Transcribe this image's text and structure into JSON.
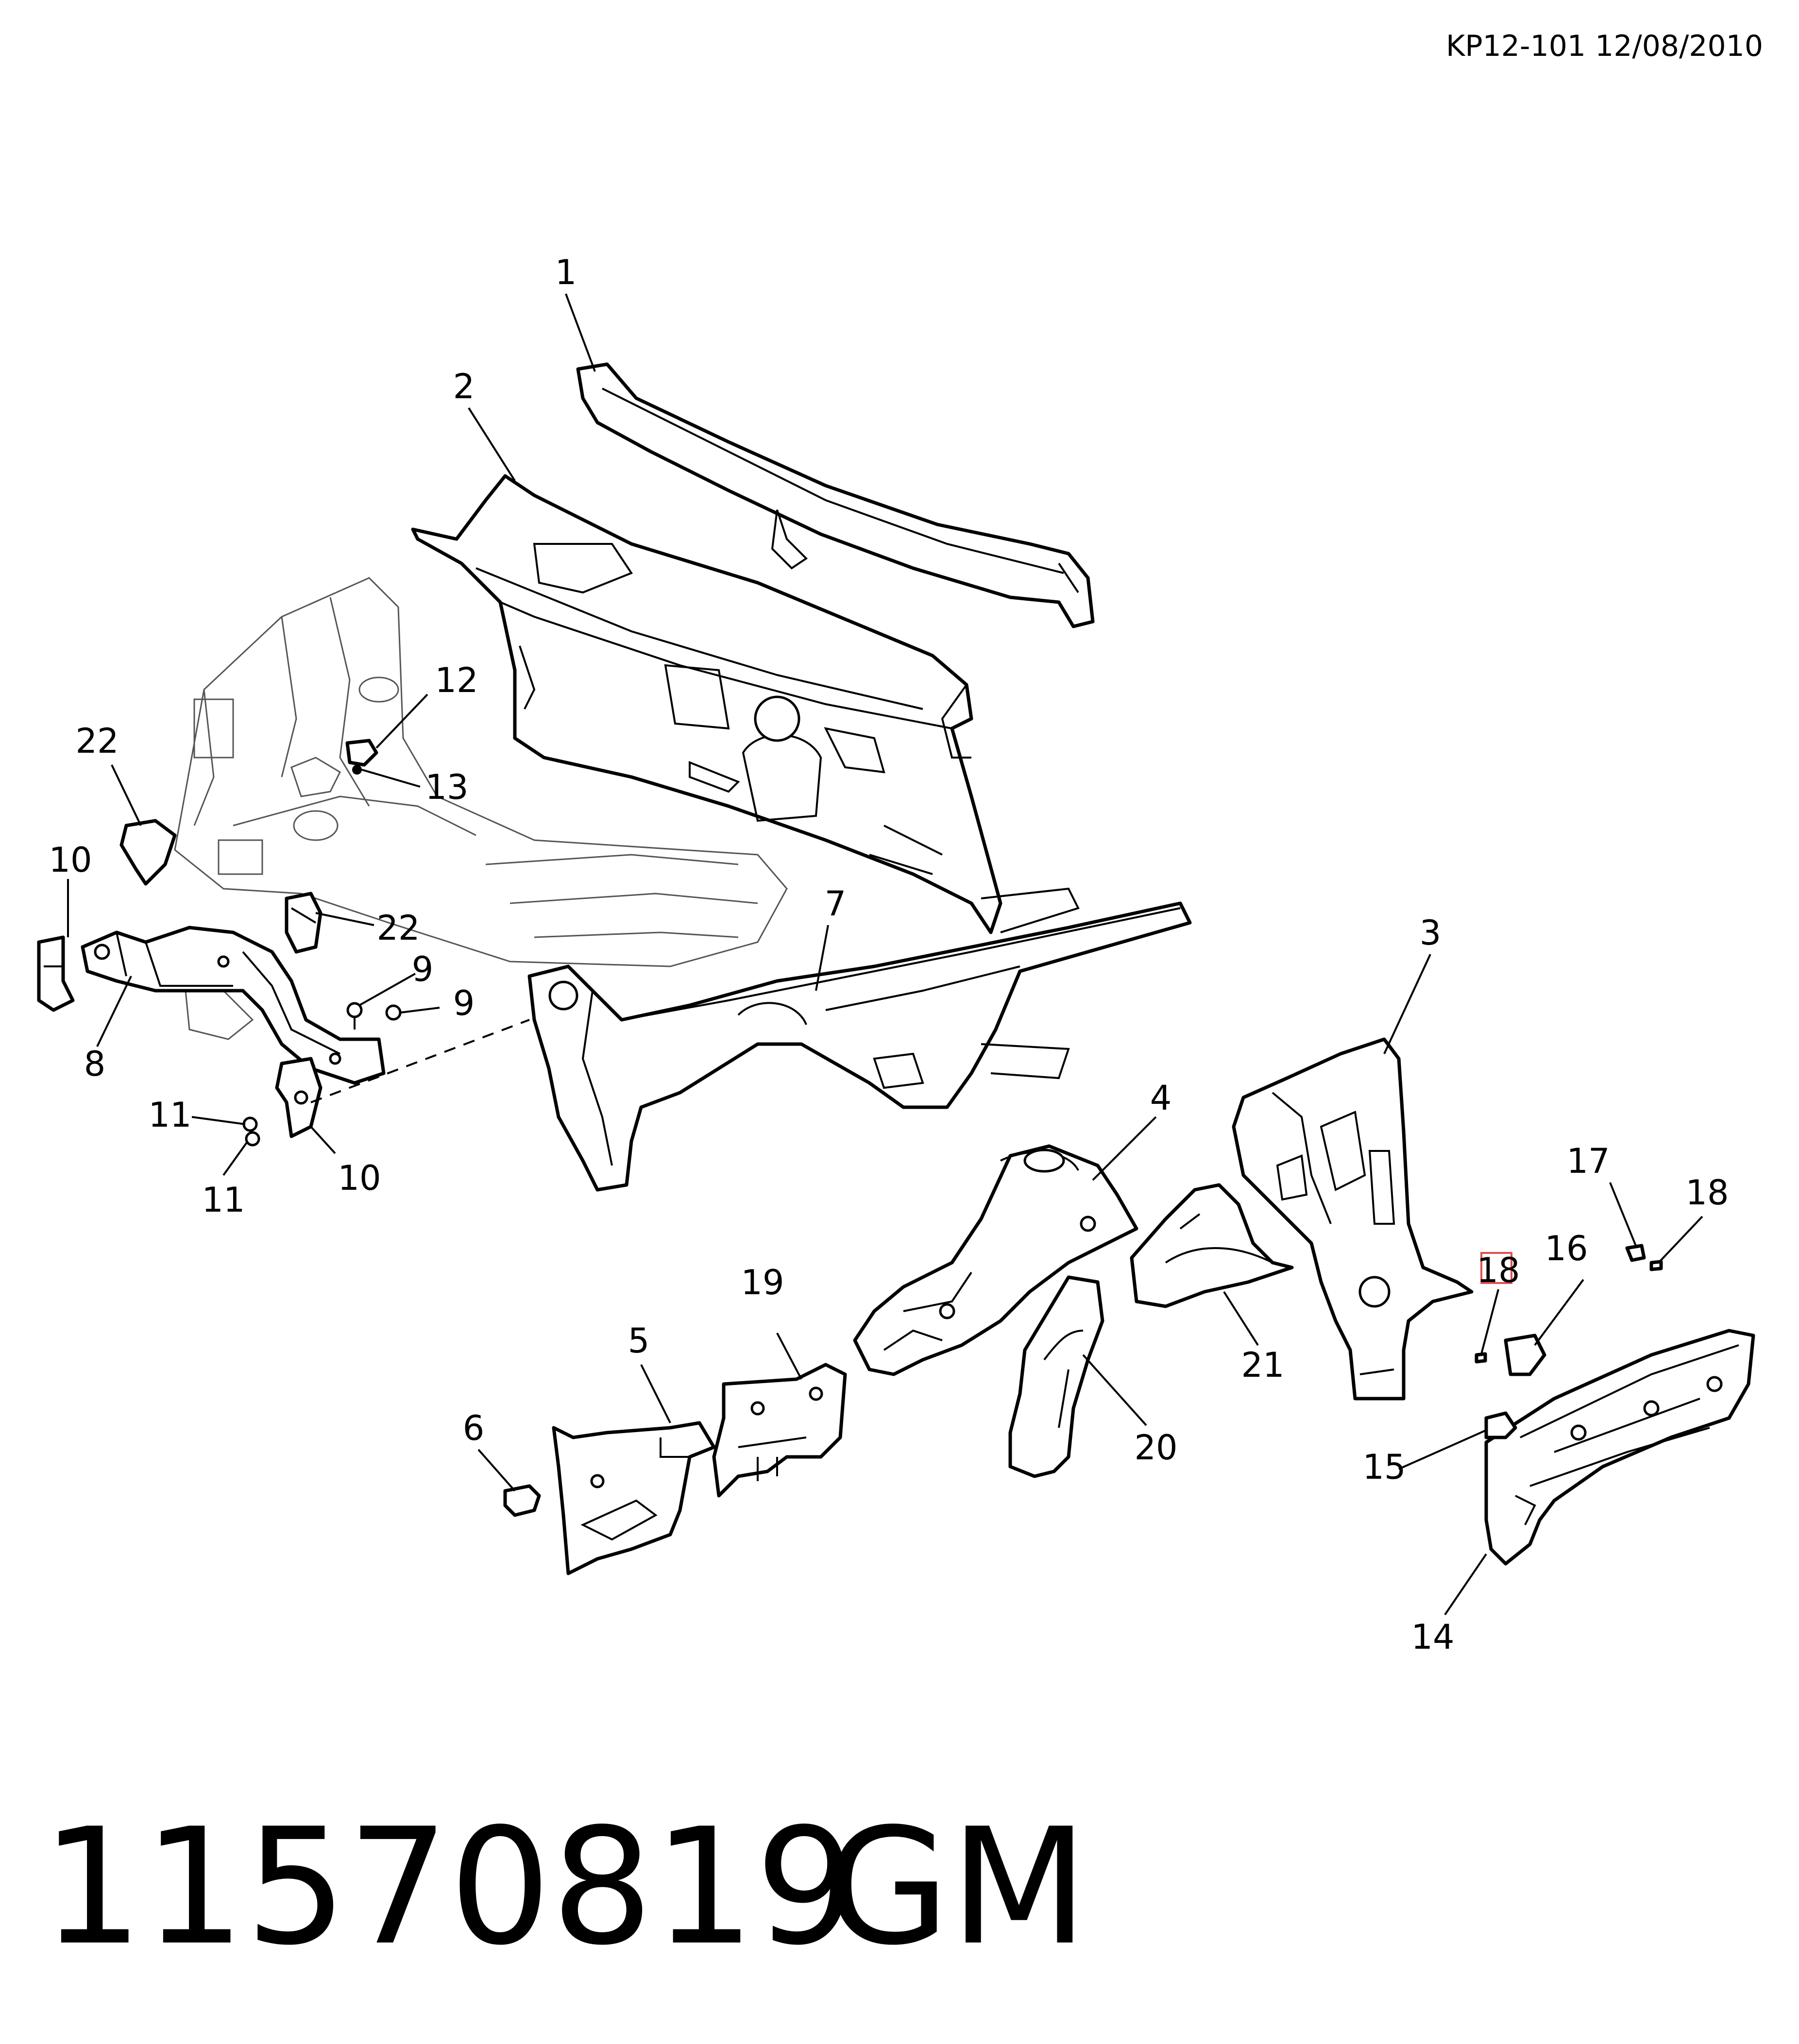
{
  "header": {
    "ref": "KP12-101 12/08/2010"
  },
  "footer": {
    "part_number": "11570819",
    "brand": "GM"
  },
  "callouts": [
    "1",
    "2",
    "3",
    "4",
    "5",
    "6",
    "7",
    "8",
    "9",
    "9",
    "10",
    "10",
    "11",
    "11",
    "12",
    "13",
    "14",
    "15",
    "16",
    "17",
    "18",
    "18",
    "19",
    "20",
    "21",
    "22",
    "22"
  ],
  "highlight_color": "#e05050"
}
